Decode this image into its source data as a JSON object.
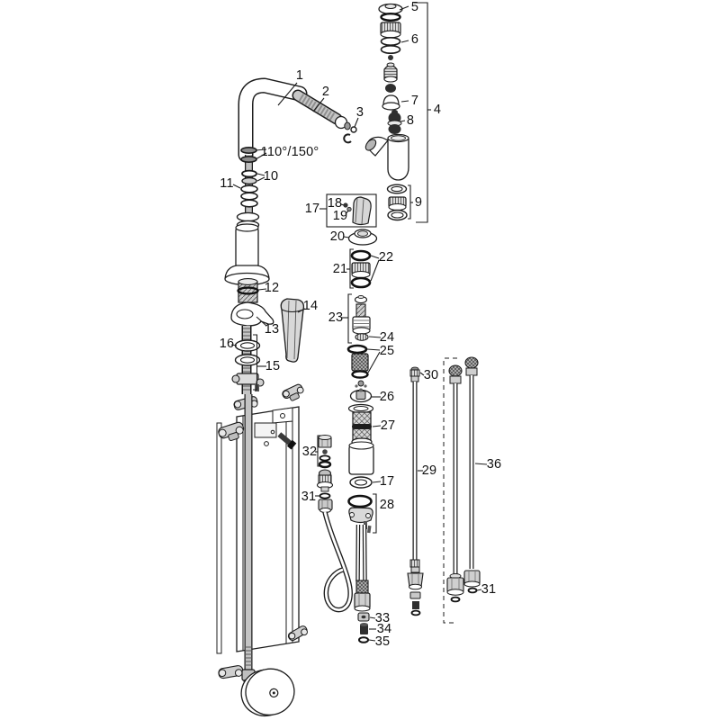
{
  "diagram": {
    "kind": "exploded-parts-diagram",
    "subject": "kitchen mixer tap with pull-out spout, mounting plate and supply hoses",
    "colors": {
      "line": "#1c1c1c",
      "chrome": "#c9c9c9",
      "dark_part": "#2f2f2f",
      "background": "#ffffff"
    },
    "callouts": {
      "n1": "1",
      "n2": "2",
      "n3": "3",
      "n4": "4",
      "n5": "5",
      "n6": "6",
      "n7": "7",
      "n8": "8",
      "n9": "9",
      "n10": "10",
      "n11": "11",
      "n12": "12",
      "n13": "13",
      "n14": "14",
      "n15": "15",
      "n16": "16",
      "n17a": "17",
      "n18": "18",
      "n19": "19",
      "n20": "20",
      "n21": "21",
      "n22": "22",
      "n23": "23",
      "n24": "24",
      "n25": "25",
      "n26": "26",
      "n27": "27",
      "n17b": "17",
      "n28": "28",
      "n29": "29",
      "n30": "30",
      "n31a": "31",
      "n31b": "31",
      "n32": "32",
      "n33": "33",
      "n34": "34",
      "n35": "35",
      "n36": "36",
      "angle": "110°/150°"
    }
  }
}
